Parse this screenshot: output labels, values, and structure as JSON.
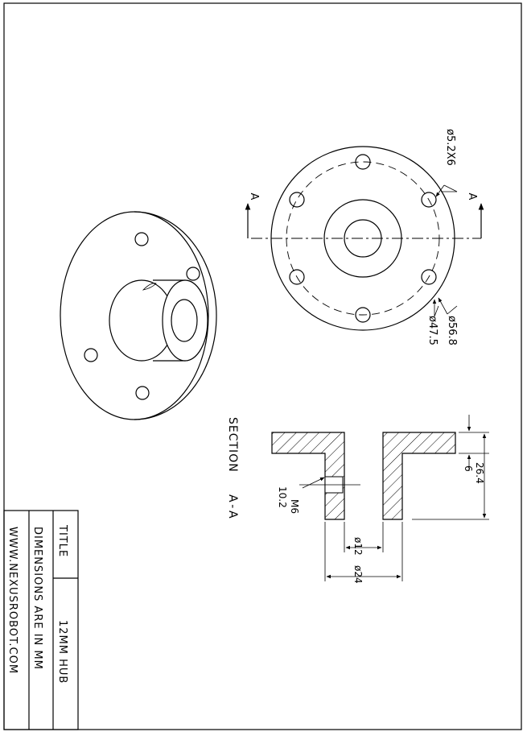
{
  "drawing": {
    "title_label": "TITLE",
    "title_value": "12MM HUB",
    "units_note": "DIMENSIONS ARE IN MM",
    "website": "WWW.NEXUSROBOT.COM",
    "section_title": "SECTION",
    "section_name": "A-A",
    "section_marker_left": "A",
    "section_marker_right": "A"
  },
  "dimensions": {
    "bolt_holes": "ø5.2X6",
    "bolt_circle": "ø47.5",
    "flange_diameter": "ø56.8",
    "bore": "ø12",
    "hub_diameter": "ø24",
    "overall_length": "26.4",
    "flange_thickness": "6",
    "set_screw": "M6",
    "set_screw_position": "10.2"
  }
}
